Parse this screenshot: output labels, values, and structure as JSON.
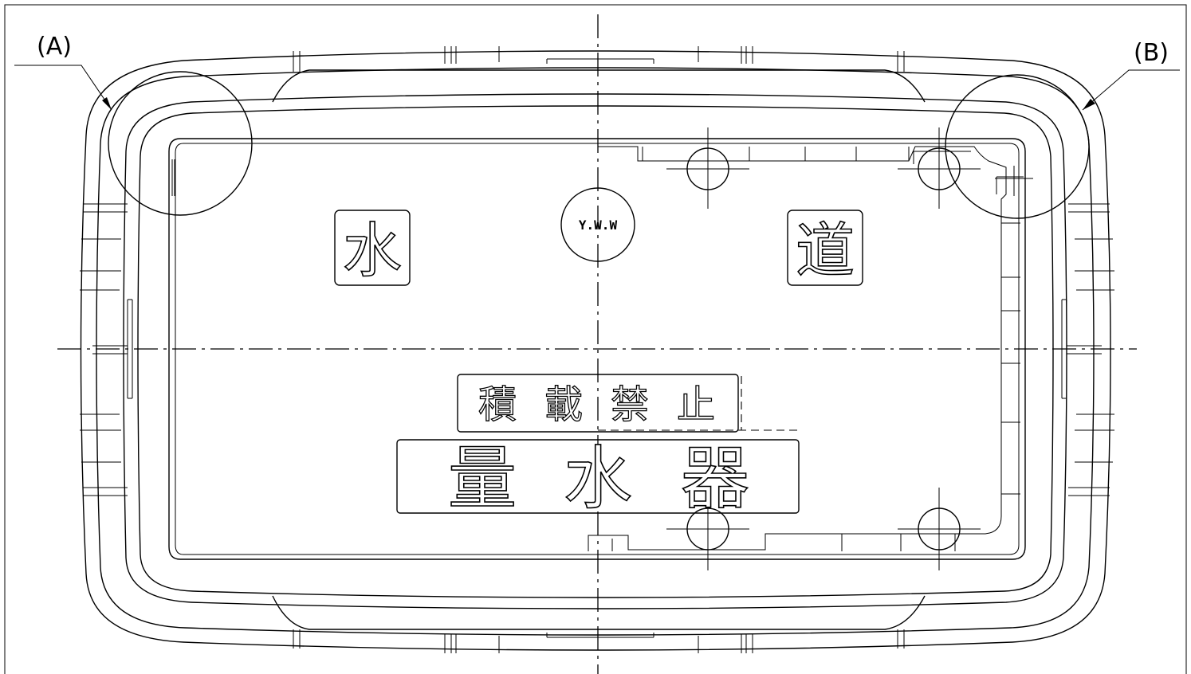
{
  "callouts": {
    "a": "(A)",
    "b": "(B)"
  },
  "markings": {
    "water": "水",
    "road": "道",
    "maker": "Y.W.W",
    "no_load": [
      "積",
      "載",
      "禁",
      "止"
    ],
    "meter": [
      "量",
      "水",
      "器"
    ]
  }
}
